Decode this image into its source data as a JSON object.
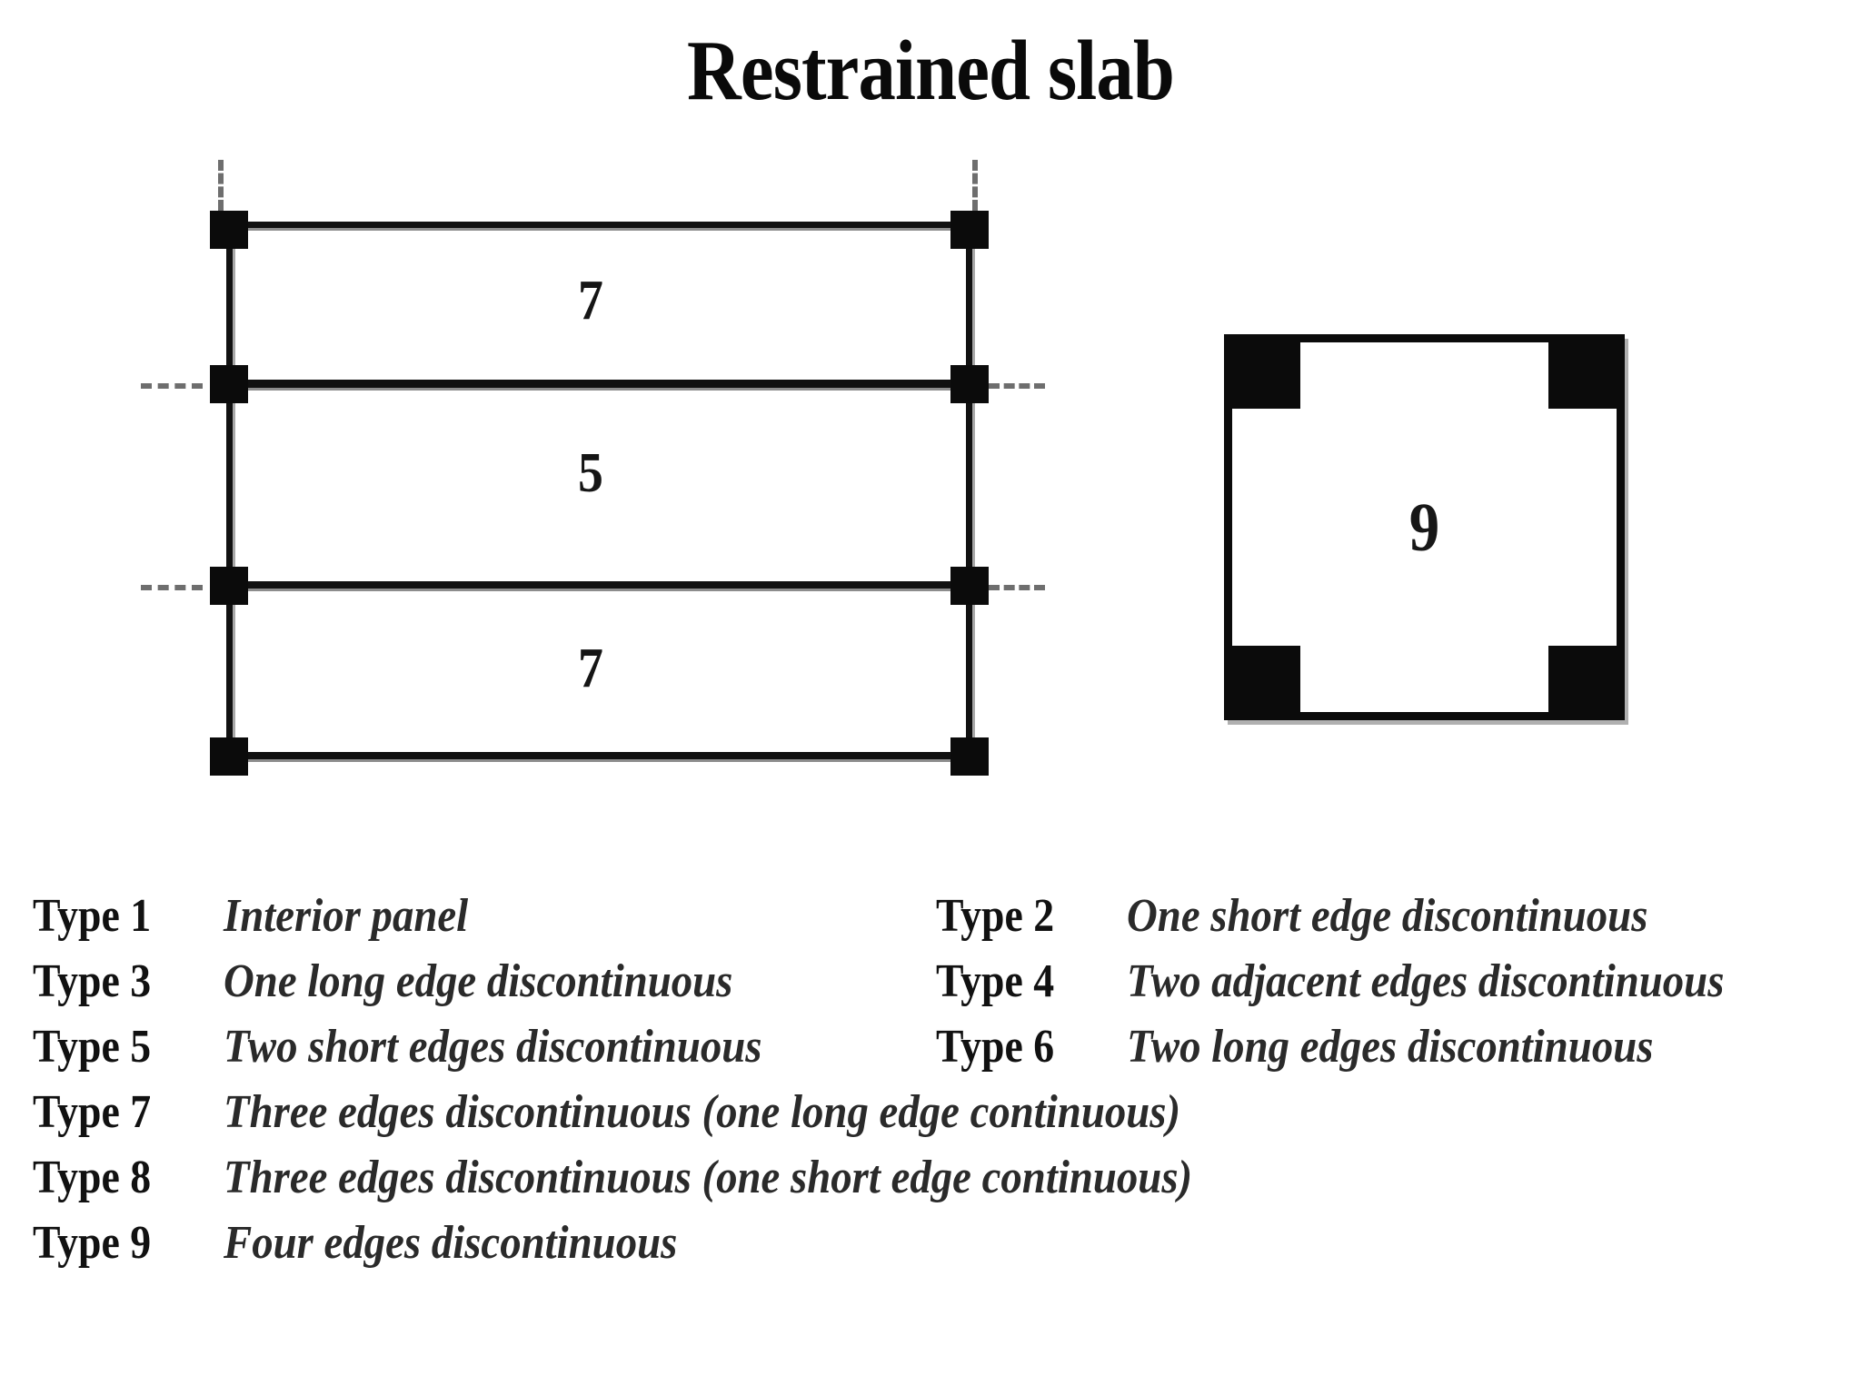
{
  "title": "Restrained slab",
  "diagram": {
    "name": "restrained-slab-panel-layout",
    "panels": [
      {
        "label": "7",
        "type": 7
      },
      {
        "label": "5",
        "type": 5
      },
      {
        "label": "7",
        "type": 7
      }
    ],
    "type9_panel": {
      "label": "9",
      "type": 9
    }
  },
  "legend": {
    "rows_left": [
      {
        "type": "Type 1",
        "desc": "Interior panel"
      },
      {
        "type": "Type 3",
        "desc": "One long edge discontinuous"
      },
      {
        "type": "Type 5",
        "desc": "Two short edges discontinuous"
      },
      {
        "type": "Type 7",
        "desc": "Three edges discontinuous (one long edge continuous)"
      },
      {
        "type": "Type 8",
        "desc": "Three edges discontinuous (one short edge continuous)"
      },
      {
        "type": "Type 9",
        "desc": "Four edges discontinuous"
      }
    ],
    "rows_right": [
      {
        "type": "Type 2",
        "desc": "One short edge discontinuous"
      },
      {
        "type": "Type 4",
        "desc": "Two adjacent edges discontinuous"
      },
      {
        "type": "Type 6",
        "desc": "Two long edges discontinuous"
      }
    ]
  },
  "colors": {
    "ink": "#0b0b0b",
    "shadow": "#a8a8a8",
    "background": "#ffffff"
  }
}
